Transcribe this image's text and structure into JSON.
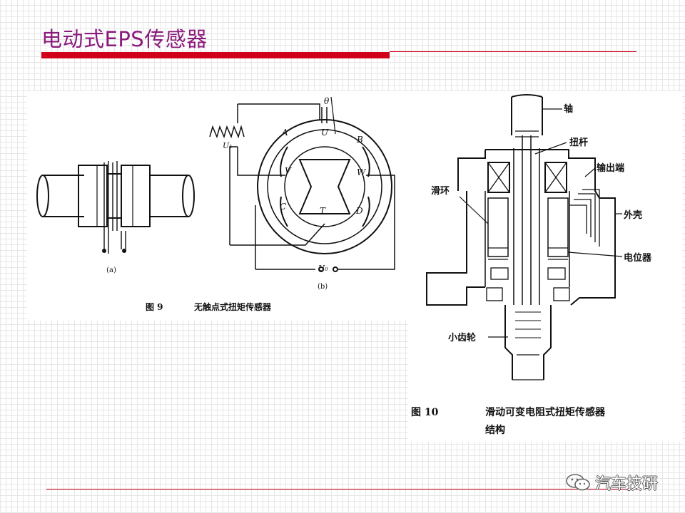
{
  "slide": {
    "title": "电动式EPS传感器",
    "watermark": "汽车技研"
  },
  "fig9": {
    "caption_num": "图 9",
    "caption_text": "无触点式扭矩传感器",
    "sub_a": "(a)",
    "sub_b": "(b)",
    "labels": {
      "theta": "θ",
      "U1": "U₁",
      "U0": "U₀",
      "A": "A",
      "B": "B",
      "C": "C",
      "D": "D",
      "U": "U",
      "V": "V",
      "W": "W",
      "T": "T"
    }
  },
  "fig10": {
    "caption_num": "图 10",
    "caption_line1": "滑动可变电阻式扭矩传感器",
    "caption_line2": "结构",
    "labels": {
      "shaft": "轴",
      "torsion_bar": "扭杆",
      "output": "输出端",
      "slip_ring": "滑环",
      "housing": "外壳",
      "potentiometer": "电位器",
      "pinion": "小齿轮"
    }
  },
  "colors": {
    "title": "#8a1a7c",
    "accent_red": "#d0001a"
  }
}
